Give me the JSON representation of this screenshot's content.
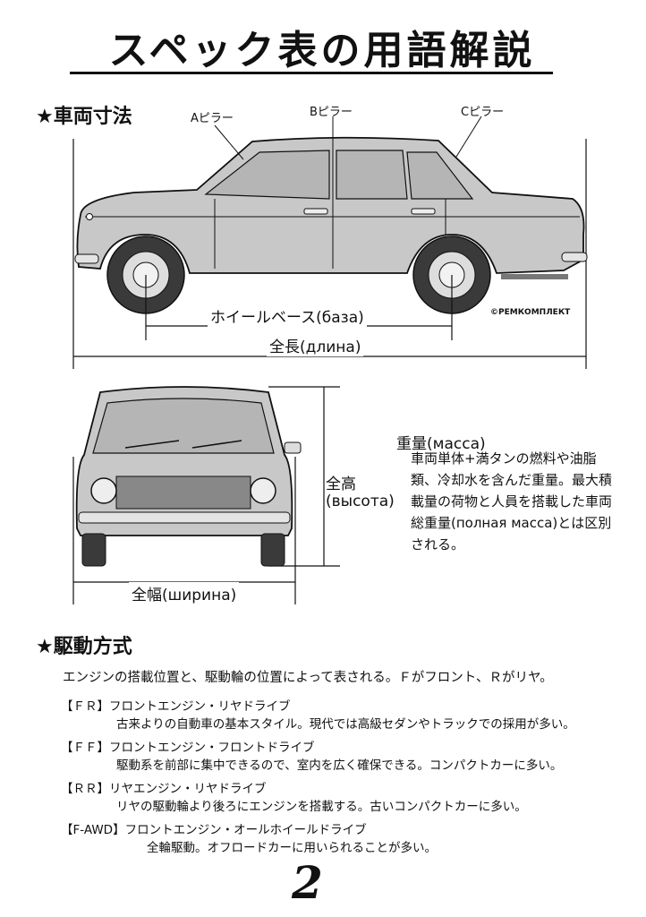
{
  "title": "スペック表の用語解説",
  "dimensions": {
    "heading": "★車両寸法",
    "a_pillar": "Aピラー",
    "b_pillar": "Bピラー",
    "c_pillar": "Cピラー",
    "wheelbase": "ホイールベース(база)",
    "overall_length": "全長(длина)",
    "copyright": "©РЕМКОМПЛЕКТ",
    "overall_height_1": "全高",
    "overall_height_2": "(высота)",
    "overall_width": "全幅(ширина)"
  },
  "weight": {
    "title": "重量(масса)",
    "description": "車両単体+満タンの燃料や油脂類、冷却水を含んだ重量。最大積載量の荷物と人員を搭載した車両総重量(полная масса)とは区別される。"
  },
  "drivetrain": {
    "heading": "★駆動方式",
    "intro": "エンジンの搭載位置と、駆動輪の位置によって表される。Ｆがフロント、Ｒがリヤ。",
    "items": [
      {
        "tag": "【ＦＲ】",
        "name": "フロントエンジン・リヤドライブ",
        "desc": "古来よりの自動車の基本スタイル。現代では高級セダンやトラックでの採用が多い。"
      },
      {
        "tag": "【ＦＦ】",
        "name": "フロントエンジン・フロントドライブ",
        "desc": "駆動系を前部に集中できるので、室内を広く確保できる。コンパクトカーに多い。"
      },
      {
        "tag": "【ＲＲ】",
        "name": "リヤエンジン・リヤドライブ",
        "desc": "リヤの駆動輪より後ろにエンジンを搭載する。古いコンパクトカーに多い。"
      },
      {
        "tag": "【F-AWD】",
        "name": "フロントエンジン・オールホイールドライブ",
        "desc": "全輪駆動。オフロードカーに用いられることが多い。"
      }
    ]
  },
  "page_number": "2"
}
